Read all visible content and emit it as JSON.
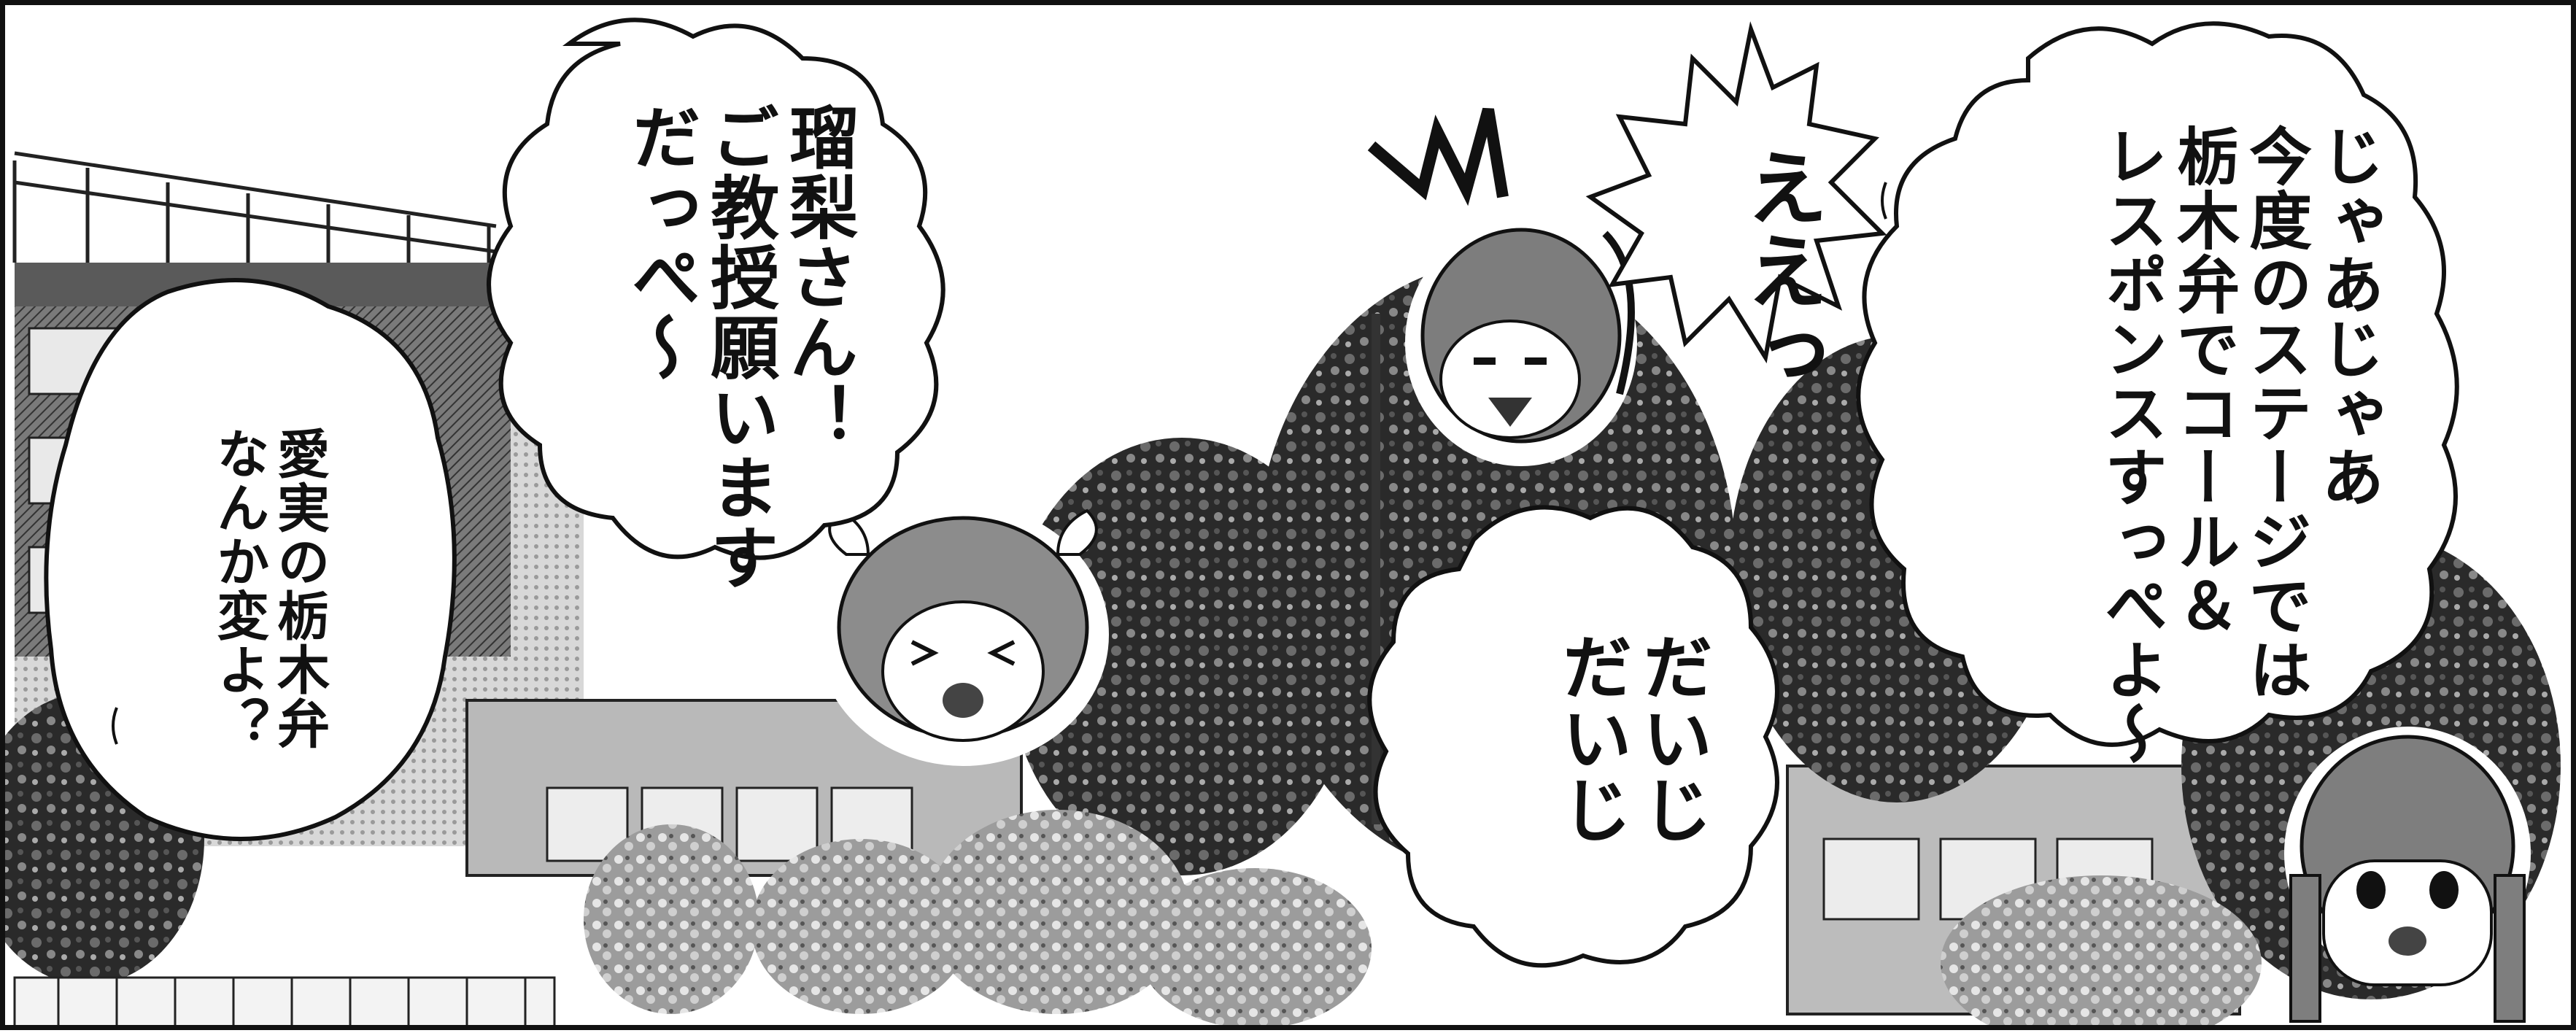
{
  "panel": {
    "bubbles": [
      {
        "id": "right",
        "lines": [
          "じゃあじゃあ",
          "今度のステージでは",
          "栃木弁でコール＆",
          "レスポンスすっぺよ～"
        ]
      },
      {
        "id": "ee",
        "lines": [
          "ええっ"
        ]
      },
      {
        "id": "daiji",
        "lines": [
          "だいじ",
          "だいじ"
        ]
      },
      {
        "id": "kyouju",
        "lines": [
          "瑠梨さん！",
          "ご教授願います",
          "だっぺ～"
        ]
      },
      {
        "id": "manami",
        "lines": [
          "愛実の栃木弁",
          "なんか変よ？"
        ]
      }
    ],
    "text": {
      "right": "じゃあじゃあ\n今度のステージでは\n栃木弁でコール＆\nレスポンスすっぺよ～",
      "ee": "ええっ",
      "daiji": "だいじ\nだいじ",
      "kyouju": "瑠梨さん！\nご教授願います\nだっぺ～",
      "manami": "愛実の栃木弁\nなんか変よ？"
    }
  }
}
